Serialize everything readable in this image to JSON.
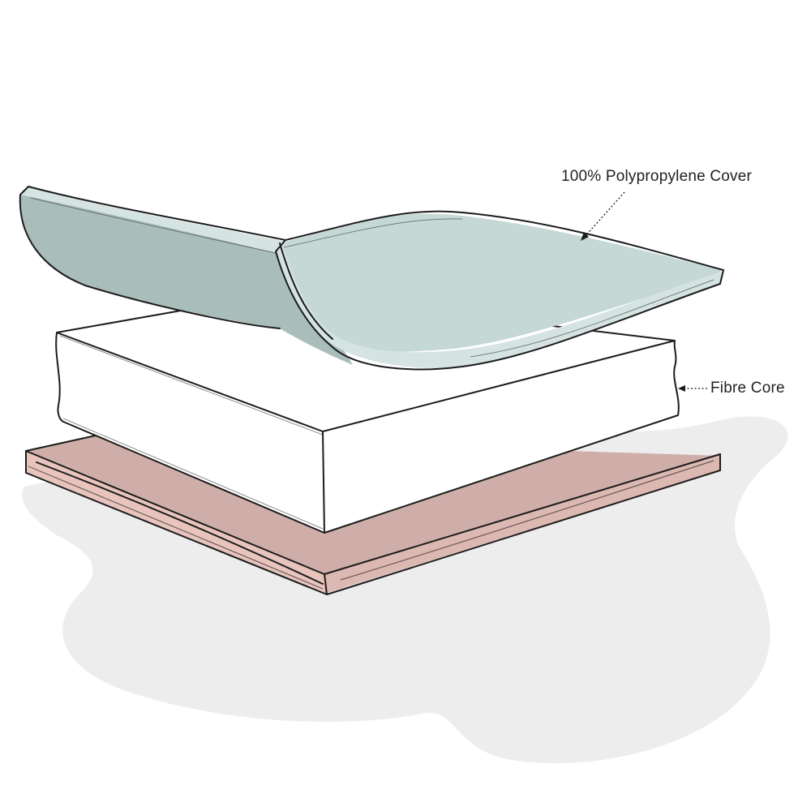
{
  "labels": {
    "cover": "100% Polypropylene Cover",
    "core": "Fibre Core"
  },
  "layers": [
    {
      "name": "cover",
      "color": "#c6d8d6"
    },
    {
      "name": "core",
      "color": "#ffffff"
    },
    {
      "name": "base",
      "color": "#cfaeaa"
    }
  ],
  "colors": {
    "shadow": "#ededed",
    "outline": "#1c1c1c",
    "cover_top": "#c6d8d6",
    "cover_underside": "#a9bdbb",
    "cover_edge": "#d5e4e2",
    "core_fill": "#ffffff",
    "base_top": "#cfaeaa",
    "base_edge": "#e8c4bd"
  }
}
